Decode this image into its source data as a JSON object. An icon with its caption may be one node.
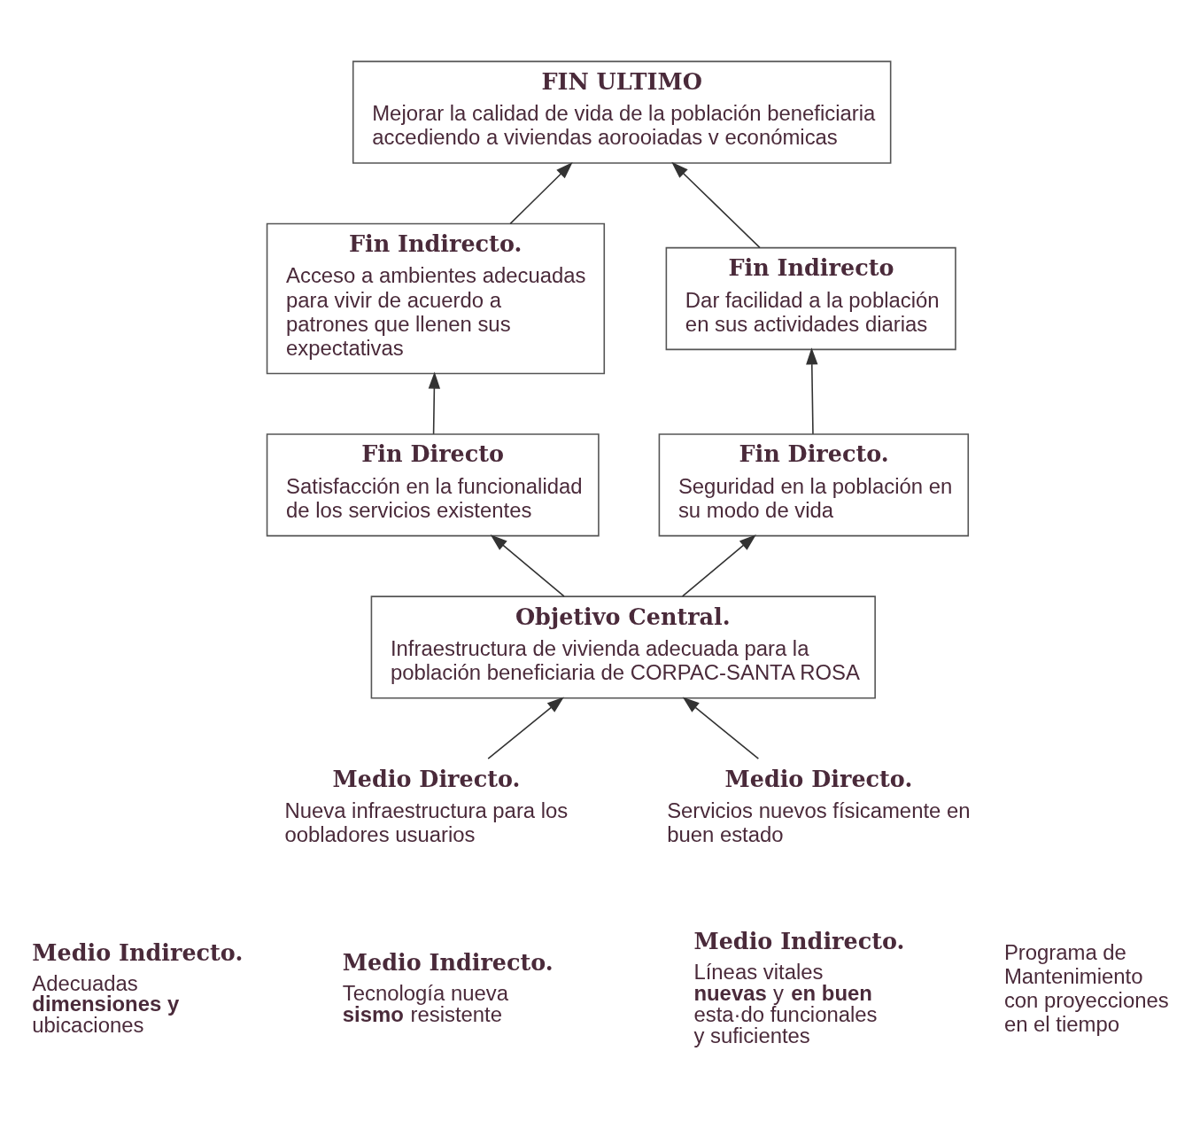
{
  "diagram": {
    "nodes": [
      {
        "text": [
          "FIN ULTIMO",
          "Mejorar la calidad de vida de la población beneficiaria accediendo a viviendas aorooiadas v económicas"
        ]
      },
      {
        "text": [
          "Fin Indirecto.",
          "Acceso a ambientes adecuadas para vivir de acuerdo a patrones que llenen sus expectativas"
        ]
      },
      {
        "text": [
          "Fin Indirecto",
          "Dar facilidad a la población en sus actividades diarias"
        ]
      },
      {
        "text": [
          "Fin Directo",
          "Satisfacción en la funcionalidad de los servicios existentes"
        ]
      },
      {
        "text": [
          "Fin Directo.",
          "Seguridad en la población en su modo de vida"
        ]
      },
      {
        "text": [
          "Objetivo Central.",
          "Infraestructura de vivienda adecuada para la población beneficiaria de CORPAC-SANTA ROSA"
        ]
      },
      {
        "text": [
          "Medio Directo.",
          "Nueva infraestructura para los oobladores usuarios"
        ]
      },
      {
        "text": [
          "Medio Directo.",
          "Servicios nuevos físicamente en buen estado"
        ]
      },
      {
        "text": [
          "Medio Indirecto.",
          "Adecuadas **dimensiones y** ubicaciones"
        ]
      },
      {
        "text": [
          "Medio Indirecto.",
          "Tecnología nueva **sismo** resistente"
        ]
      },
      {
        "text": [
          "Medio Indirecto.",
          "Líneas vitales **nuevas** y **en buen** esta·do funcionales y suficientes"
        ]
      },
      {
        "text": [
          "Programa de Mantenimiento con proyecciones en el tiempo"
        ]
      }
    ],
    "edges": [
      {
        "from": 1,
        "to": 0,
        "arrow": "to"
      },
      {
        "from": 2,
        "to": 0,
        "arrow": "to"
      },
      {
        "from": 3,
        "to": 1,
        "arrow": "to"
      },
      {
        "from": 4,
        "to": 2,
        "arrow": "to"
      },
      {
        "from": 5,
        "to": 3,
        "arrow": "to"
      },
      {
        "from": 5,
        "to": 4,
        "arrow": "to"
      },
      {
        "from": 6,
        "to": 5,
        "arrow": "to"
      },
      {
        "from": 7,
        "to": 5,
        "arrow": "to"
      }
    ]
  }
}
